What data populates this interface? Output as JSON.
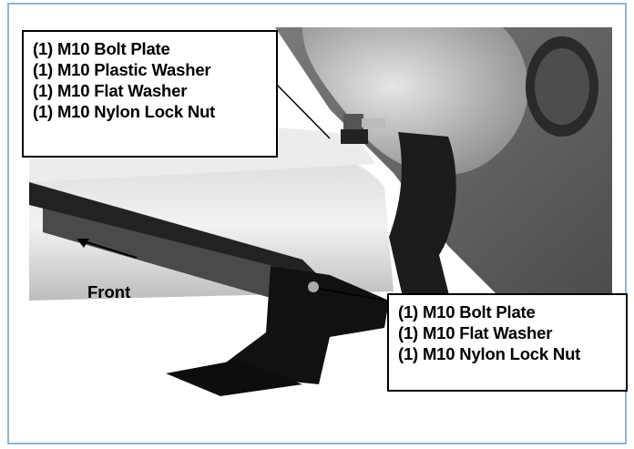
{
  "callouts": {
    "top": {
      "lines": [
        "(1) M10 Bolt Plate",
        "(1) M10 Plastic Washer",
        "(1) M10 Flat Washer",
        "(1) M10 Nylon Lock Nut"
      ]
    },
    "bottom": {
      "lines": [
        "(1) M10 Bolt Plate",
        "(1) M10 Flat Washer",
        "(1) M10 Nylon Lock Nut"
      ]
    }
  },
  "direction_label": "Front"
}
